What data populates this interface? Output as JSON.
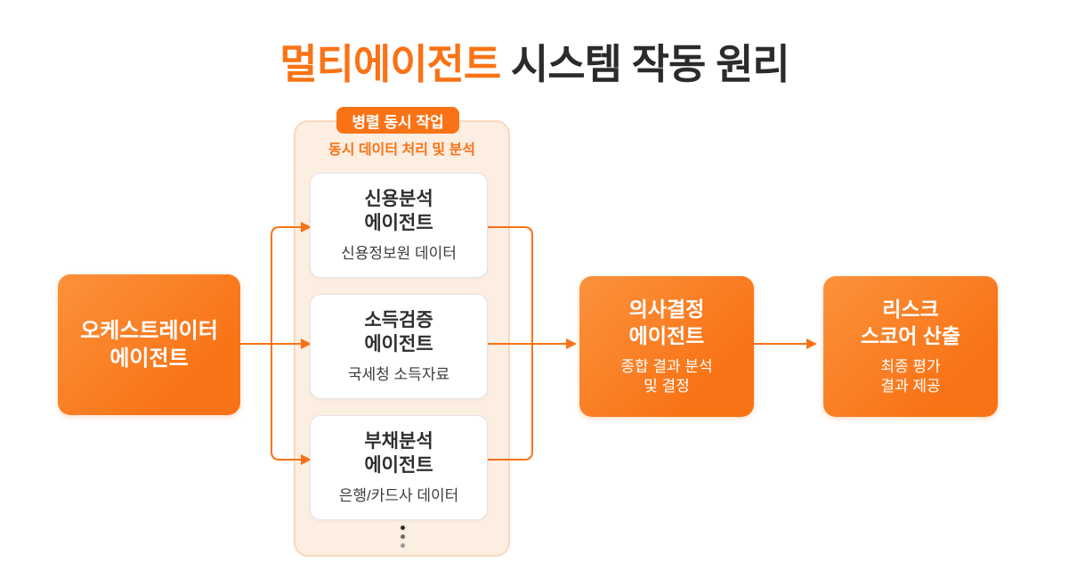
{
  "title": {
    "highlight": "멀티에이전트",
    "rest": " 시스템 작동 원리"
  },
  "orchestrator": {
    "title_line1": "오케스트레이터",
    "title_line2": "에이전트"
  },
  "parallel_panel": {
    "badge": "병렬 동시 작업",
    "subtitle": "동시 데이터 처리 및 분석",
    "agents": [
      {
        "name_line1": "신용분석",
        "name_line2": "에이전트",
        "source": "신용정보원 데이터"
      },
      {
        "name_line1": "소득검증",
        "name_line2": "에이전트",
        "source": "국세청 소득자료"
      },
      {
        "name_line1": "부채분석",
        "name_line2": "에이전트",
        "source": "은행/카드사 데이터"
      }
    ],
    "more_indicator": "vertical-ellipsis"
  },
  "decision_agent": {
    "title_line1": "의사결정",
    "title_line2": "에이전트",
    "desc_line1": "종합 결과 분석",
    "desc_line2": "및 결정"
  },
  "risk_output": {
    "title_line1": "리스크",
    "title_line2": "스코어 산출",
    "desc_line1": "최종 평가",
    "desc_line2": "결과 제공"
  },
  "colors": {
    "accent_orange": "#F97316",
    "gradient_light_orange": "#FB923C",
    "panel_background": "#FDEEE2",
    "panel_border": "#F8D8BE",
    "card_background": "#FFFFFF",
    "card_border": "#E4E4E7",
    "text_dark": "#2B2B2B",
    "text_white": "#FFFFFF"
  }
}
